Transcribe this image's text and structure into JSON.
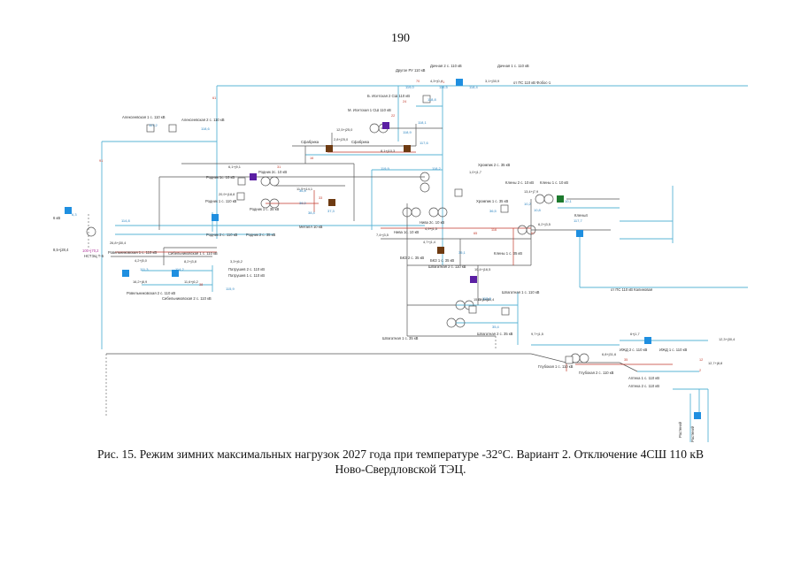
{
  "page": {
    "number": "190"
  },
  "caption": {
    "line1": "Рис. 15. Режим зимних максимальных нагрузок 2027 года при температуре -32°С. Вариант 2. Отключение 4СШ 110 кВ",
    "line2": "Ново-Свердловской ТЭЦ."
  },
  "colors": {
    "line_blue": "#5ab4d6",
    "line_grey": "#555555",
    "flow_red": "#c0392b",
    "voltage_blue": "#2e86c1",
    "node_blue": "#1f8fe0",
    "node_brown": "#6e3b12",
    "node_purple": "#5b1fa3",
    "node_green": "#1d7a2e",
    "label_magenta": "#b0369b"
  },
  "diagram": {
    "labels": [
      {
        "id": "top-line",
        "text": "от ПС 110 кВ Фобос-1"
      },
      {
        "id": "right-line",
        "text": "от ПС 110 кВ Калиновая"
      },
      {
        "id": "bus-6kv",
        "text": "6 кВ"
      },
      {
        "id": "tets",
        "text": "НСТЭЦ Т-5"
      },
      {
        "id": "tets-gen",
        "text": "100+j70,2"
      },
      {
        "id": "tets-load",
        "text": "8,5+j28,4"
      },
      {
        "id": "alekseev1",
        "text": "Алексеевская 1 с. 110 кВ"
      },
      {
        "id": "alekseev2",
        "text": "Алексеевская 2 с. 110 кВ"
      },
      {
        "id": "rodnik1",
        "text": "Родник 1с. 10 кВ"
      },
      {
        "id": "rodnik2",
        "text": "Родник 2с. 10 кВ"
      },
      {
        "id": "rodnik110-1",
        "text": "Родник 1 с. 110 кВ"
      },
      {
        "id": "rodnik110-2",
        "text": "Родник 2 с. 110 кВ"
      },
      {
        "id": "rodnik35-1",
        "text": "Родник 1 с. 35 кВ"
      },
      {
        "id": "rodnik35-2",
        "text": "Родник 2 с. 35 кВ"
      },
      {
        "id": "metal",
        "text": "Металл 10 кВ"
      },
      {
        "id": "sibel1",
        "text": "Сибельниковская 1 с. 110 кВ"
      },
      {
        "id": "sibel2",
        "text": "Сибельниковская 2 с. 110 кВ"
      },
      {
        "id": "rovel1",
        "text": "Ровельниковская 1 с. 110 кВ"
      },
      {
        "id": "rovel2",
        "text": "Ровельниковская 2 с. 110 кВ"
      },
      {
        "id": "patr1",
        "text": "Патрушев 1 с. 110 кВ"
      },
      {
        "id": "patr2",
        "text": "Патрушев 2 с. 110 кВ"
      },
      {
        "id": "isetsk1",
        "text": "М. Исетская 1 СШ 110 кВ"
      },
      {
        "id": "isetsk2",
        "text": "Б. Исетская 2 СШ 110 кВ"
      },
      {
        "id": "fabr1",
        "text": "Сфабрика"
      },
      {
        "id": "fabr2",
        "text": "Сфабрика"
      },
      {
        "id": "dacha1",
        "text": "Дачная 1 с. 110 кВ"
      },
      {
        "id": "dacha2",
        "text": "Дачная 2 с. 110 кВ"
      },
      {
        "id": "drug",
        "text": "Другое РУ 110 кВ"
      },
      {
        "id": "bk1",
        "text": "БКЗ 1 с. 35 кВ"
      },
      {
        "id": "bk2",
        "text": "БКЗ 2 с. 35 кВ"
      },
      {
        "id": "hrom1",
        "text": "Хромпик 1 с. 35 кВ"
      },
      {
        "id": "hrom2",
        "text": "Хромпик 2 с. 35 кВ"
      },
      {
        "id": "klen1",
        "text": "Клены 1 с. 35 кВ"
      },
      {
        "id": "klen2",
        "text": "Клены 2 с. 10 кВ"
      },
      {
        "id": "klen3",
        "text": "Клены 1 с. 10 кВ"
      },
      {
        "id": "klen4",
        "text": "Клены4"
      },
      {
        "id": "shpag1",
        "text": "Шпагатная 1 с. 110 кВ"
      },
      {
        "id": "shpag2",
        "text": "Шпагатная 2 с. 110 кВ"
      },
      {
        "id": "shpag35",
        "text": "Шпагатная 1 с. 35 кВ"
      },
      {
        "id": "shpag-b",
        "text": "Шпагатная 2 с. 35 кВ"
      },
      {
        "id": "lamp1",
        "text": "Нива 1с. 10 кВ"
      },
      {
        "id": "lamp2",
        "text": "Нива 2с. 10 кВ"
      },
      {
        "id": "glub1",
        "text": "Глубокая 1 с. 110 кВ"
      },
      {
        "id": "glub2",
        "text": "Глубокая 2 с. 110 кВ"
      },
      {
        "id": "ivg1",
        "text": "ИЖД 1 с. 110 кВ"
      },
      {
        "id": "ivg2",
        "text": "ИЖД 2 с. 110 кВ"
      },
      {
        "id": "apt1",
        "text": "Аптека 1 с. 110 кВ"
      },
      {
        "id": "apt2",
        "text": "Аптека 2 с. 110 кВ"
      },
      {
        "id": "rast1",
        "text": "Растений"
      },
      {
        "id": "rast2",
        "text": "Растений"
      }
    ],
    "flows": [
      "4,3+j0,4",
      "3,1+j30,9",
      "20,9+j18,8",
      "26,8+j30,4",
      "15,0+j14,8",
      "4,7+j1,4",
      "6,2+j3,5",
      "13,4+j7,9",
      "12,5+j25,0",
      "7,4+j3,5",
      "10,4+j16,5",
      "6,1+j9,1",
      "2,8+j25,0",
      "4,9+j1,5",
      "12,3+j30,4",
      "8,2+j3,8",
      "11,5+j14,1",
      "22,3+j14,4",
      "8,1+j10,3",
      "12,7+j8,8",
      "9,7+j1,5",
      "6,8+j31,6",
      "6+j1,7",
      "4,2+j5,0",
      "3,3+j6,2",
      "11,6+j6,2",
      "16,2+j8,9",
      "1,0+j1,7"
    ],
    "voltages": [
      "119,0",
      "119,5",
      "118,4",
      "118,8",
      "118,1",
      "117,2",
      "118,6",
      "118,9",
      "117,6",
      "114,8",
      "118,2",
      "119,9",
      "36,4",
      "36,0",
      "38,4",
      "37,3",
      "35,1",
      "10,2",
      "10,8",
      "36,5",
      "117,7",
      "111,3",
      "114,2",
      "115,9",
      "113,8",
      "6,3",
      "10,1",
      "35,4"
    ],
    "indices": [
      "70",
      "71",
      "24",
      "22",
      "16",
      "33",
      "31",
      "61",
      "91",
      "116",
      "65",
      "67",
      "2",
      "12",
      "35",
      "38"
    ]
  }
}
